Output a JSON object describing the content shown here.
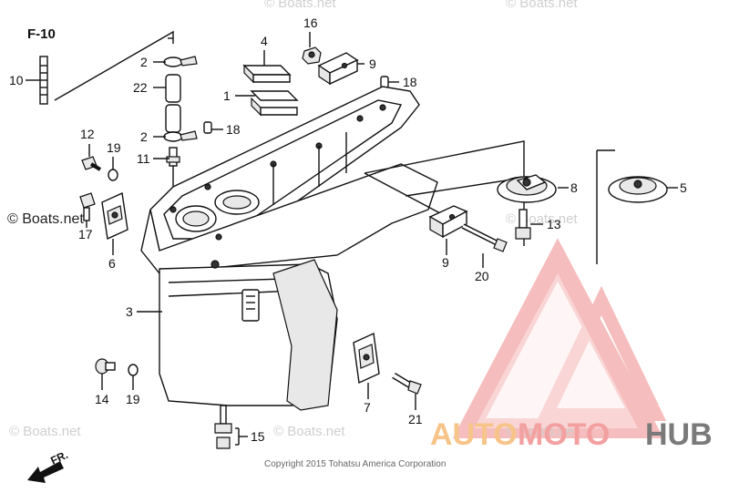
{
  "diagram": {
    "reference": "F-10",
    "direction_label": "FR.",
    "copyright": "Copyright 2015 Tohatsu America Corporation",
    "watermark_text": "© Boats.net",
    "brand": {
      "part1": "AUTO",
      "part2": "MOTO",
      "part3": "HUB",
      "color_primary": "#f2a0a0",
      "color_secondary": "#f7c48a",
      "color_tertiary": "#7a7a7a"
    },
    "callouts": {
      "c1": "1",
      "c2a": "2",
      "c2b": "2",
      "c3": "3",
      "c4": "4",
      "c5": "5",
      "c6": "6",
      "c7": "7",
      "c8": "8",
      "c9a": "9",
      "c9b": "9",
      "c10": "10",
      "c11": "11",
      "c12": "12",
      "c13": "13",
      "c14": "14",
      "c15": "15",
      "c16": "16",
      "c17": "17",
      "c18a": "18",
      "c18b": "18",
      "c19a": "19",
      "c19b": "19",
      "c20": "20",
      "c21": "21",
      "c22": "22"
    }
  }
}
